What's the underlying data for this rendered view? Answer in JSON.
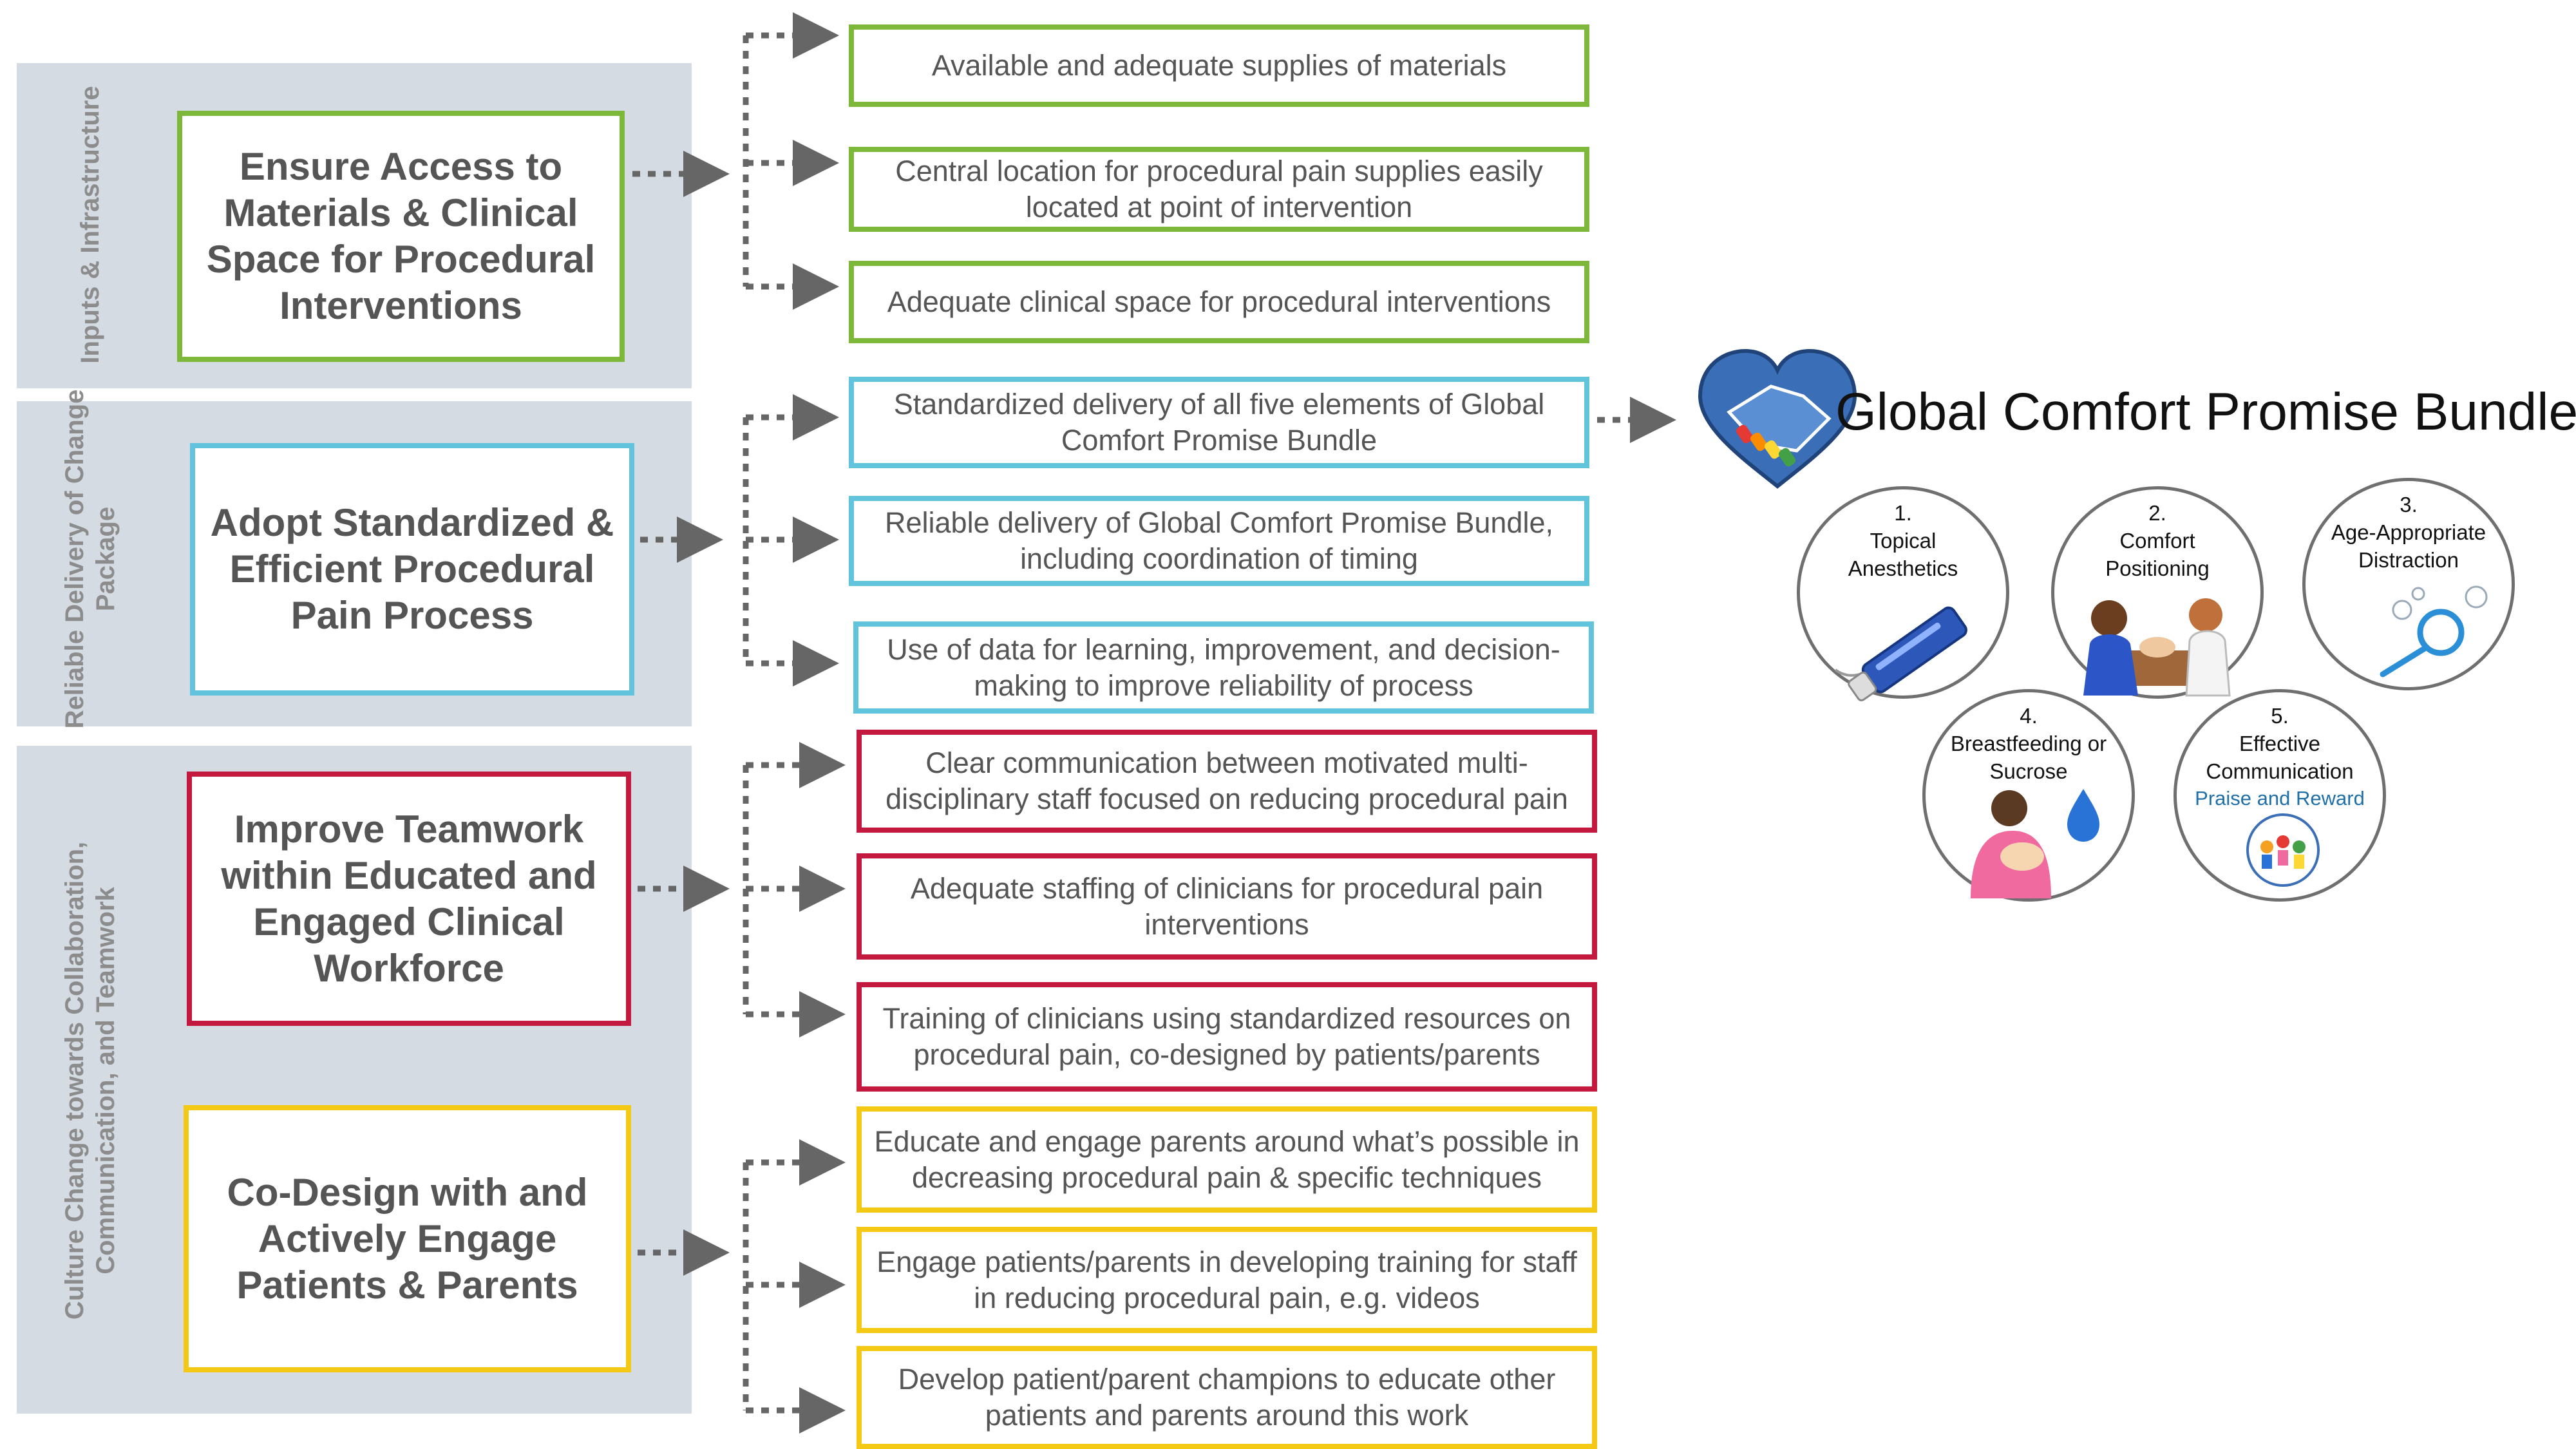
{
  "bands": [
    {
      "label": "Inputs & Infrastructure"
    },
    {
      "label": "Reliable Delivery of Change Package"
    },
    {
      "label": "Culture Change towards Collaboration, Communication, and Teamwork"
    }
  ],
  "drivers": [
    {
      "text": "Ensure Access to Materials & Clinical Space for Procedural Interventions",
      "color": "#7db83a"
    },
    {
      "text": "Adopt Standardized & Efficient Procedural Pain Process",
      "color": "#62c3dc"
    },
    {
      "text": "Improve Teamwork within Educated and Engaged Clinical Workforce",
      "color": "#c4193f"
    },
    {
      "text": "Co-Design with and Actively Engage Patients & Parents",
      "color": "#f4c916"
    }
  ],
  "secondary": [
    {
      "text": "Available and adequate supplies of materials"
    },
    {
      "text": "Central location for procedural pain supplies easily located at point of intervention"
    },
    {
      "text": "Adequate clinical space for procedural interventions"
    },
    {
      "text": "Standardized delivery of all five elements of Global Comfort Promise Bundle"
    },
    {
      "text": "Reliable delivery of Global Comfort Promise Bundle, including coordination of timing"
    },
    {
      "text": "Use of data for learning, improvement, and decision-making to improve reliability of process"
    },
    {
      "text": "Clear communication between motivated multi-disciplinary staff focused on reducing procedural pain"
    },
    {
      "text": "Adequate staffing of clinicians for procedural pain interventions"
    },
    {
      "text": "Training of clinicians using standardized resources on procedural pain, co-designed by patients/parents"
    },
    {
      "text": "Educate and engage parents around what’s possible in decreasing procedural pain & specific techniques"
    },
    {
      "text": "Engage patients/parents in developing training for staff in reducing procedural pain, e.g. videos"
    },
    {
      "text": "Develop patient/parent champions to educate other patients and parents around this work"
    }
  ],
  "bundle": {
    "title": "Global Comfort Promise Bundle",
    "elements": [
      {
        "text": "1.\nTopical\nAnesthetics",
        "icon": "cream-tube-icon"
      },
      {
        "text": "2.\nComfort\nPositioning",
        "icon": "parent-holding-child-icon"
      },
      {
        "text": "3.\nAge-Appropriate\nDistraction",
        "icon": "bubble-wand-icon"
      },
      {
        "text": "4.\nBreastfeeding or\nSucrose",
        "icon": "breastfeeding-sucrose-icon"
      },
      {
        "text": "5.\nEffective\nCommunication",
        "sub": "Praise and Reward",
        "icon": "reward-badge-icon"
      }
    ]
  },
  "colors": {
    "band": "#d5dbe3",
    "green": "#7db83a",
    "blue": "#62c3dc",
    "red": "#c4193f",
    "yellow": "#f4c916",
    "arrow": "#666666",
    "heart": "#3a6fb8"
  }
}
